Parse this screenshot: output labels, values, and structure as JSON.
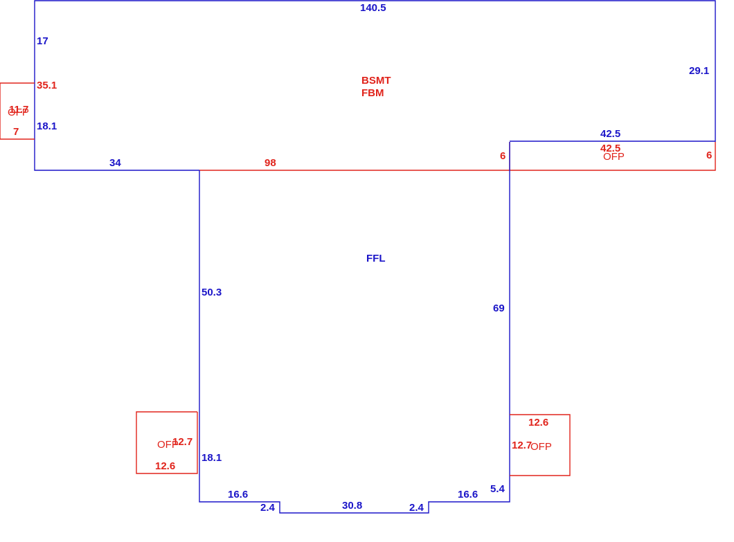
{
  "colors": {
    "main_line": "#1a14c8",
    "accent_line": "#e0231b"
  },
  "areas": {
    "bsmt": "BSMT",
    "fbm": "FBM",
    "ffl": "FFL",
    "ofp_left": "OFP",
    "ofp_right_top": "OFP",
    "ofp_bottom_left": "OFP",
    "ofp_bottom_right": "OFP"
  },
  "dimensions": {
    "top": "140.5",
    "left_upper": "17",
    "right_upper": "29.1",
    "left_red": "35.1",
    "left_lower": "18.1",
    "bottom_left": "34",
    "bottom_mid": "98",
    "step_small": "6",
    "porch_top_blue": "42.5",
    "porch_top_red": "42.5",
    "porch_right": "6",
    "ofp_left_a": "11.7",
    "ofp_left_b": "7",
    "ffl_left": "50.3",
    "ffl_right": "69",
    "ffl_left_lower": "18.1",
    "ffl_right_lower": "5.4",
    "bottom_left_seg": "16.6",
    "bottom_right_seg": "16.6",
    "notch_left": "2.4",
    "notch_right": "2.4",
    "bottom_center": "30.8",
    "bl_porch_side": "12.7",
    "bl_porch_bottom": "12.6",
    "br_porch_top": "12.6",
    "br_porch_side": "12.7"
  }
}
